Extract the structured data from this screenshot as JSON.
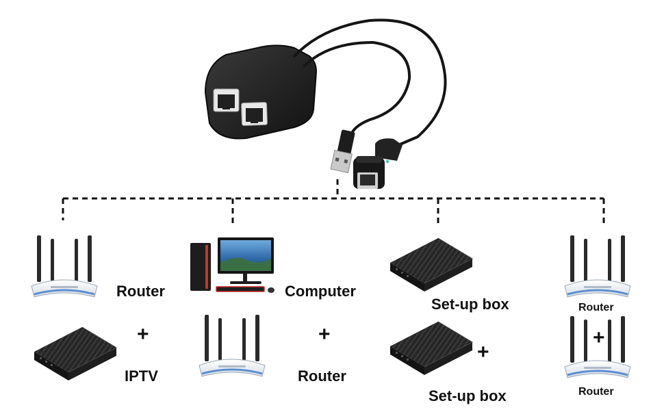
{
  "colors": {
    "device_black": "#1c1c1c",
    "router_white": "#eef2f7",
    "router_accent": "#5b8fd0",
    "connector_line": "#111111",
    "monitor_screen": "#3b7fc4",
    "keyboard_red": "#c62828"
  },
  "devices": {
    "router_1": "Router",
    "iptv": "IPTV",
    "computer": "Computer",
    "router_2": "Router",
    "setup_box_1": "Set-up box",
    "setup_box_2": "Set-up box",
    "router_3": "Router",
    "router_4": "Router"
  },
  "plus_sign": "+",
  "icons": [
    "ethernet-splitter-icon",
    "usb-plug-icon",
    "rj45-connector-icon",
    "router-icon",
    "tv-box-icon",
    "desktop-pc-icon"
  ]
}
